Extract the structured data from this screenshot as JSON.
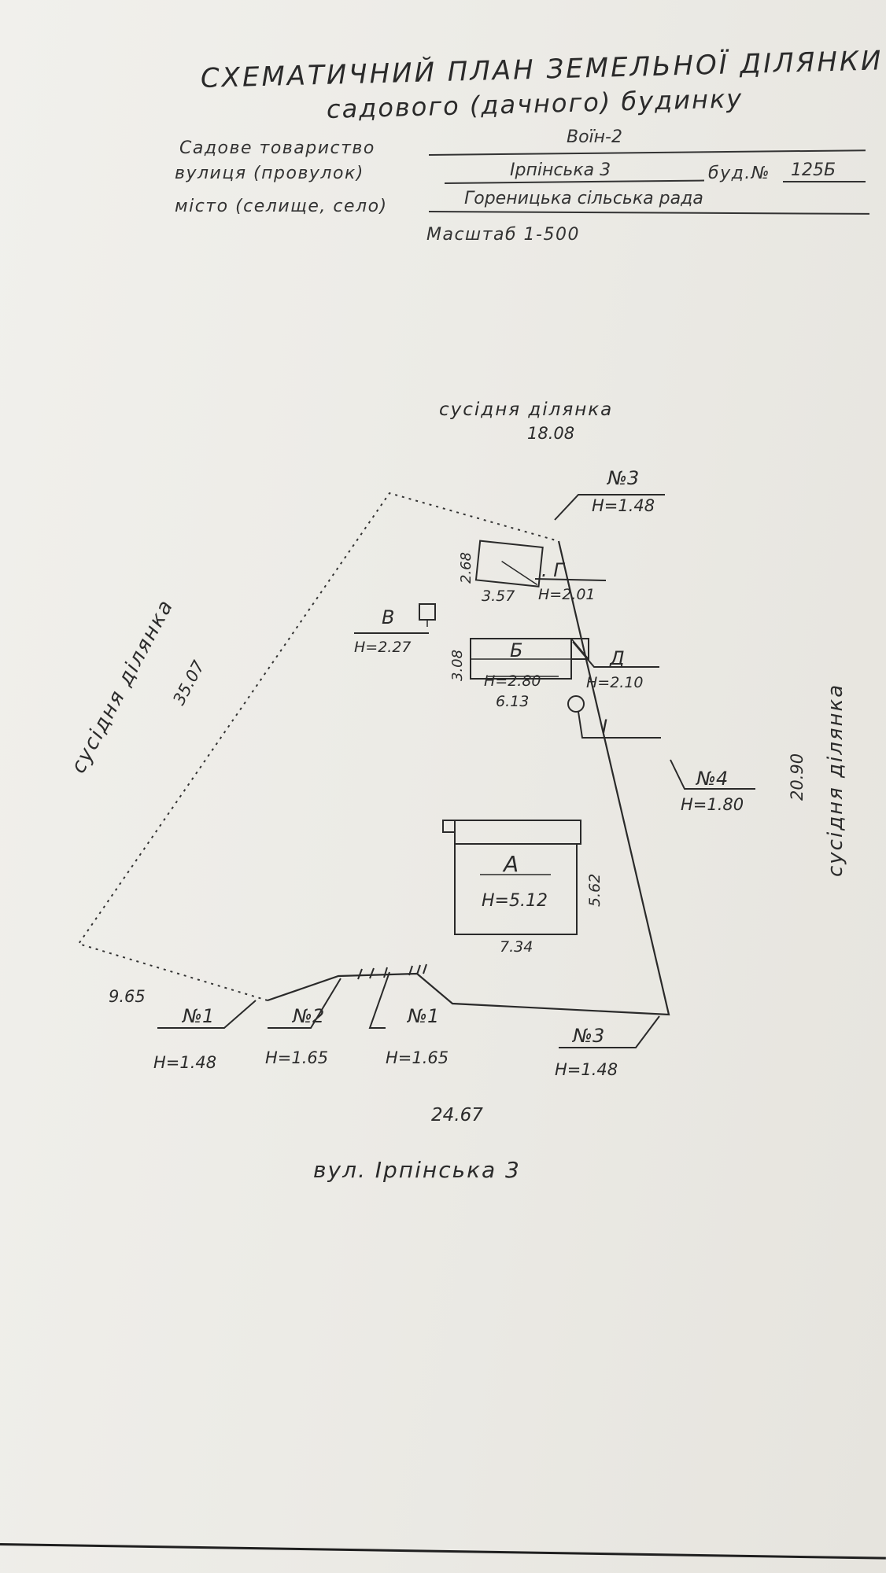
{
  "header": {
    "title": "СХЕМАТИЧНИЙ ПЛАН ЗЕМЕЛЬНОЇ ДІЛЯНКИ",
    "subtitle": "садового (дачного) будинку",
    "society_label": "Садове товариство",
    "society_value": "Воїн-2",
    "street_label": "вулиця (провулок)",
    "street_value": "Ірпінська 3",
    "building_label": "буд.№",
    "building_value": "125Б",
    "city_label": "місто (селище, село)",
    "city_value": "Гореницька сільська рада",
    "scale": "Масштаб  1-500"
  },
  "plan": {
    "neighbor_top": "сусідня  ділянка",
    "neighbor_top_length": "18.08",
    "neighbor_left": "сусідня  ділянка",
    "neighbor_left_length": "35.07",
    "neighbor_right": "сусідня  ділянка",
    "neighbor_right_length": "20.90",
    "bottom_left_length": "9.65",
    "bottom_length": "24.67",
    "street": "вул.  Ірпінська 3",
    "fences": {
      "top": {
        "no": "№3",
        "h": "Н=1.48"
      },
      "right": {
        "no": "№4",
        "h": "Н=1.80"
      },
      "bottom_1": {
        "no": "№1",
        "h": "Н=1.48"
      },
      "bottom_2": {
        "no": "№2",
        "h": "Н=1.65"
      },
      "bottom_3": {
        "no": "№1",
        "h": "Н=1.65"
      },
      "bottom_4": {
        "no": "№3",
        "h": "Н=1.48"
      }
    },
    "buildings": {
      "A": {
        "letter": "А",
        "h": "Н=5.12",
        "width": "7.34",
        "depth": "5.62"
      },
      "B": {
        "letter": "Б",
        "h": "Н=2.80",
        "width": "6.13",
        "depth": "3.08"
      },
      "V": {
        "letter": "В",
        "h": "Н=2.27"
      },
      "G": {
        "letter": ". Г",
        "h": "Н=2.01",
        "width": "3.57",
        "depth": "2.68"
      },
      "D": {
        "letter": "Д",
        "h": "Н=2.10"
      },
      "I": {
        "letter": "I"
      }
    }
  }
}
